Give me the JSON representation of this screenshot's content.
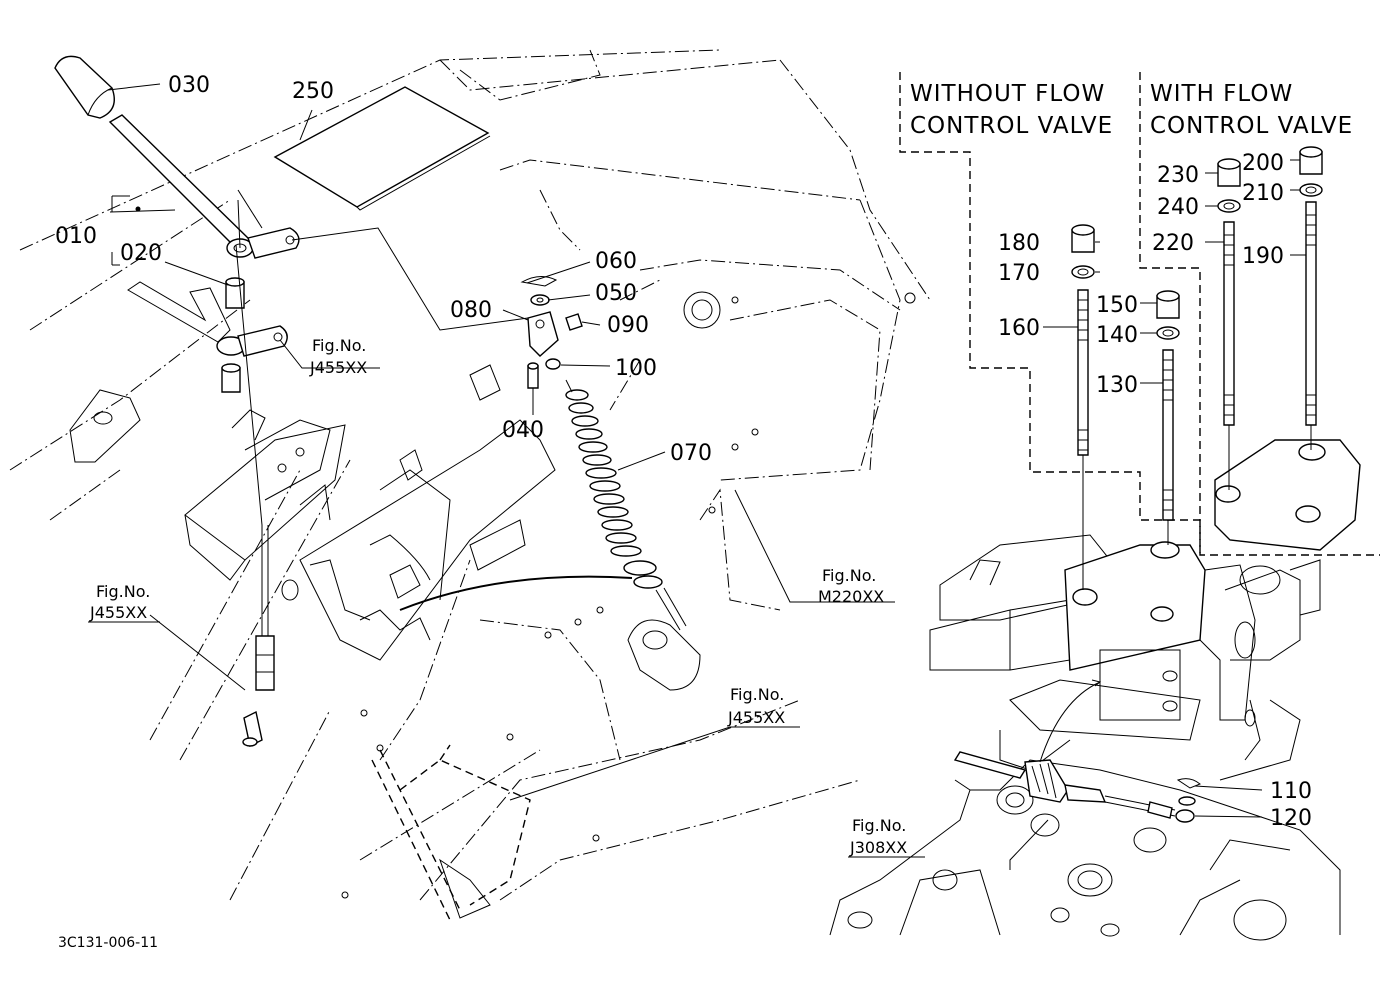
{
  "callouts": {
    "c010": "010",
    "c020": "020",
    "c030": "030",
    "c040": "040",
    "c050": "050",
    "c060": "060",
    "c070": "070",
    "c080": "080",
    "c090": "090",
    "c100": "100",
    "c110": "110",
    "c120": "120",
    "c130": "130",
    "c140": "140",
    "c150": "150",
    "c160": "160",
    "c170": "170",
    "c180": "180",
    "c190": "190",
    "c200": "200",
    "c210": "210",
    "c220": "220",
    "c230": "230",
    "c240": "240",
    "c250": "250"
  },
  "refs": {
    "fig_label": "Fig.No.",
    "r1": "J455XX",
    "r2": "J455XX",
    "r3": "M220XX",
    "r4": "J455XX",
    "r5": "J308XX"
  },
  "variants": {
    "without_line1": "WITHOUT FLOW",
    "without_line2": "CONTROL VALVE",
    "with_line1": "WITH FLOW",
    "with_line2": "CONTROL VALVE"
  },
  "drawing_code": "3C131-006-11"
}
